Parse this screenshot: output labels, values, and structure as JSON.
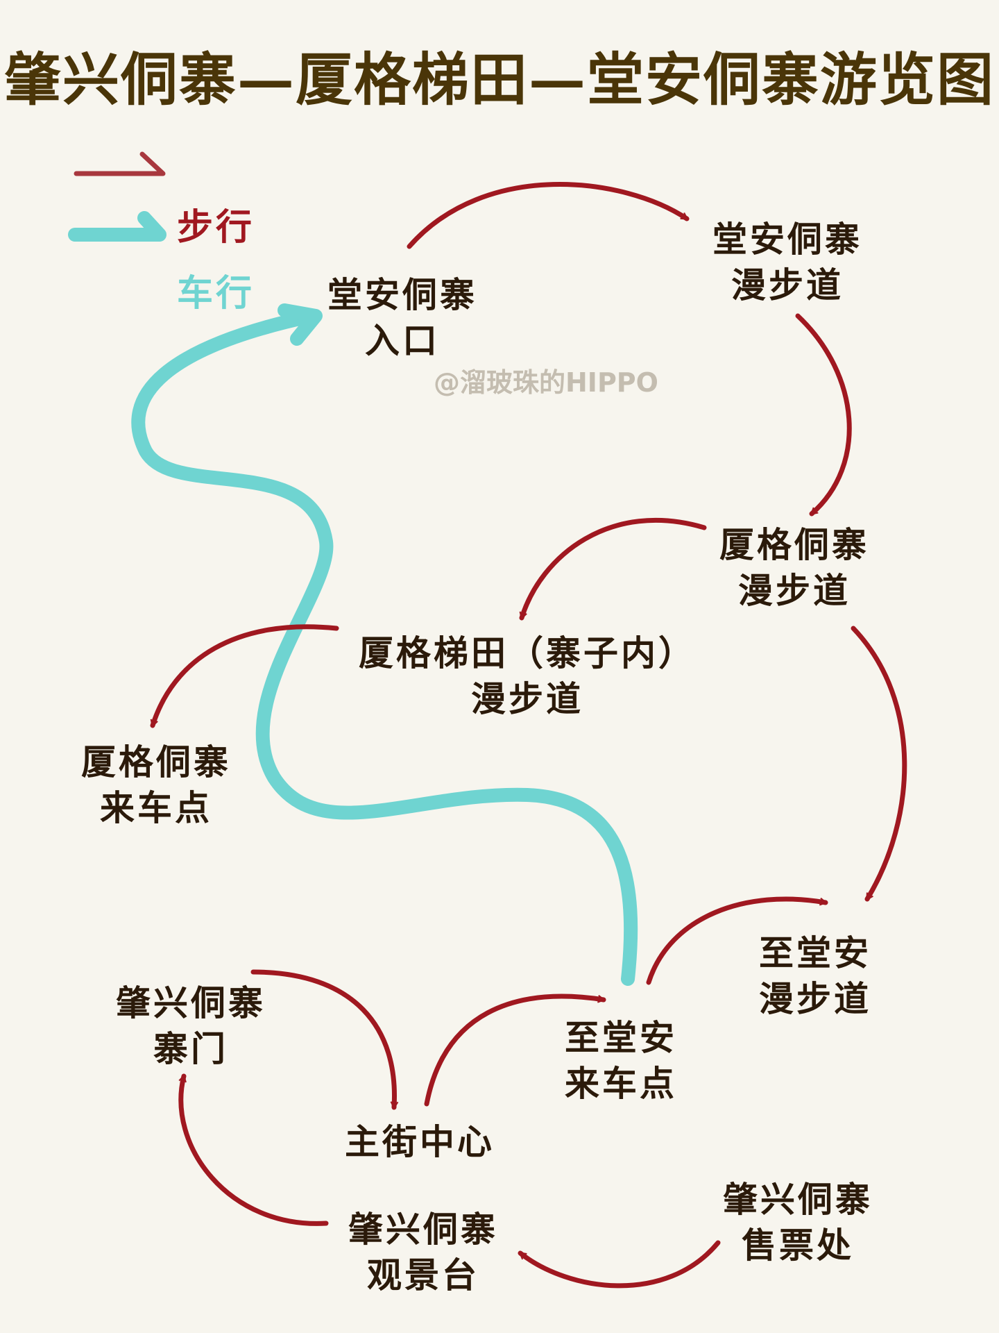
{
  "title": "肇兴侗寨—厦格梯田—堂安侗寨游览图",
  "legend": {
    "walk": {
      "label": "步行",
      "color": "#a01820"
    },
    "drive": {
      "label": "车行",
      "color": "#6fd4d1"
    }
  },
  "watermark": "@溜玻珠的HIPPO",
  "nodes": {
    "tangan_entrance": [
      "堂安侗寨",
      "入口"
    ],
    "tangan_trail": [
      "堂安侗寨",
      "漫步道"
    ],
    "xiage_trail": [
      "厦格侗寨",
      "漫步道"
    ],
    "xiage_terrace_trail": [
      "厦格梯田（寨子内）",
      "漫步道"
    ],
    "xiage_pickup": [
      "厦格侗寨",
      "来车点"
    ],
    "to_tangan_trail": [
      "至堂安",
      "漫步道"
    ],
    "zhaoxing_gate": [
      "肇兴侗寨",
      "寨门"
    ],
    "to_tangan_pickup": [
      "至堂安",
      "来车点"
    ],
    "main_street": [
      "主街中心"
    ],
    "zhaoxing_ticket": [
      "肇兴侗寨",
      "售票处"
    ],
    "zhaoxing_viewpoint": [
      "肇兴侗寨",
      "观景台"
    ]
  }
}
